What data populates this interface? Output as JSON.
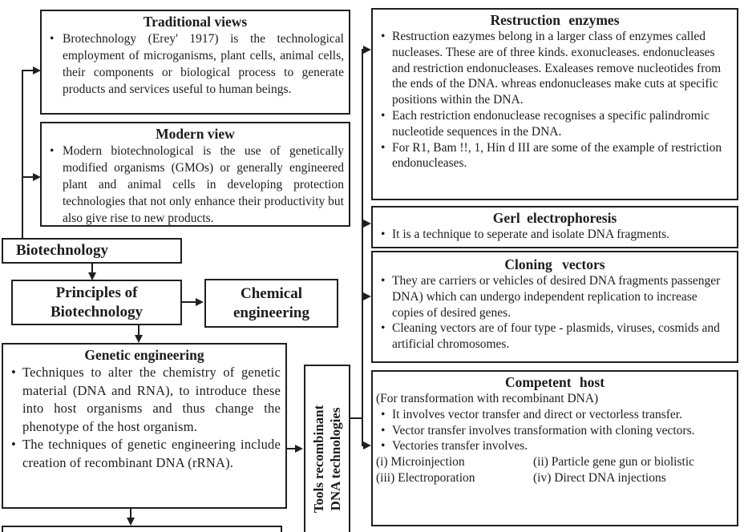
{
  "palette": {
    "ink": "#1f1f1f",
    "paper": "#ffffff"
  },
  "left": {
    "traditional": {
      "title": "Traditional views",
      "bullets": [
        "Brotechnology (Erey' 1917) is the technological employment of microganisms, plant cells, animal cells, their components or biological process to generate products and services useful to human beings."
      ]
    },
    "modern": {
      "title": "Modern view",
      "bullets": [
        "Modern biotechnological is the use of genetically modified organisms (GMOs) or generally engineered plant and animal cells in developing protection technologies that not only enhance their productivity but also give rise to new products."
      ]
    },
    "biotechnology": {
      "title": "Biotechnology"
    },
    "principles": {
      "title": "Principles of Biotechnology"
    },
    "chemical": {
      "title": "Chemical engineering"
    },
    "genetic": {
      "title": "Genetic engineering",
      "bullets": [
        "Techniques to alter the chemistry of genetic material (DNA and RNA), to introduce these into host organisms and thus change the phenotype of the host organism.",
        "The techniques of genetic engineering include creation of recombinant DNA (rRNA)."
      ]
    },
    "tools": {
      "line1": "Tools recombinant",
      "line2": "DNA technologies"
    }
  },
  "right": {
    "restriction": {
      "title": "Restruction enzymes",
      "bullets": [
        "Restruction eazymes belong in a larger class of enzymes called nucleases. These are of three kinds. exonucleases. endonucleases and restriction endonucleases. Exaleases remove nucleotides from the ends of the DNA. whreas endonucleases make cuts at specific positions within the DNA.",
        "Each restriction endonuclease recognises a specific palindromic nucleotide sequences in the DNA.",
        "For R1, Bam !!, 1, Hin d III are some of the example of restriction endonucleases."
      ]
    },
    "gel": {
      "title": "Gerl electrophoresis",
      "bullets": [
        "It is a technique to seperate and isolate DNA fragments."
      ]
    },
    "cloning": {
      "title": "Cloning vectors",
      "bullets": [
        "They are carriers or vehicles of desired DNA fragments passenger DNA) which can undergo independent replication to increase copies of desired genes.",
        "Cleaning vectors are of four type - plasmids, viruses, cosmids and artificial chromosomes."
      ]
    },
    "competent": {
      "title": "Competent host",
      "subtitle": "(For transformation with recombinant DNA)",
      "bullets": [
        "It involves vector transfer and direct or vectorless transfer.",
        "Vector transfer involves transformation with cloning vectors.",
        "Vectories transfer involves."
      ],
      "methods": [
        "(i) Microinjection",
        "(ii) Particle gene gun or biolistic",
        "(iii) Electroporation",
        "(iv) Direct DNA injections"
      ]
    }
  }
}
